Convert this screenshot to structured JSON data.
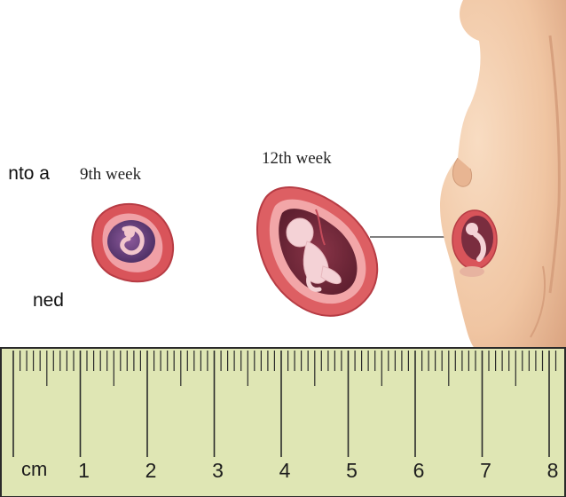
{
  "text_fragments": [
    "nto a",
    "ned"
  ],
  "labels": {
    "week_9": "9th week",
    "week_12": "12th week"
  },
  "ruler": {
    "unit": "cm",
    "numbers": [
      "1",
      "2",
      "3",
      "4",
      "5",
      "6",
      "7",
      "8"
    ],
    "background_color": "#dfe6b4",
    "border_color": "#2a2a2a"
  },
  "colors": {
    "uterus": "#d9545a",
    "amniotic_sac": "#7a2d3f",
    "skin": "#f1c8a6"
  }
}
